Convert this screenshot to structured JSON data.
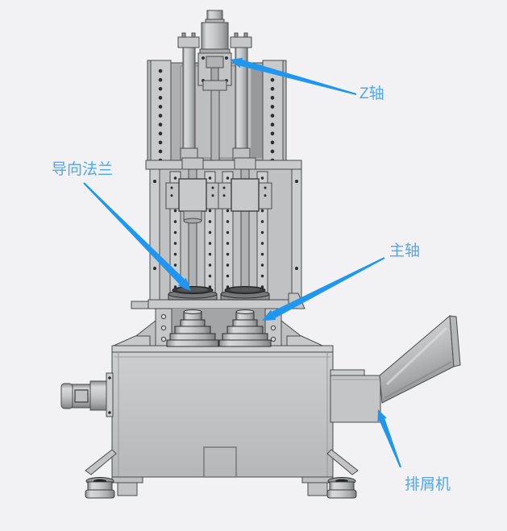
{
  "annotations": {
    "z_axis": {
      "label": "Z轴"
    },
    "guide_flange": {
      "label": "导向法兰"
    },
    "spindle": {
      "label": "主轴"
    },
    "chip_conveyor": {
      "label": "排屑机"
    }
  },
  "colors": {
    "background": "#f2f2f4",
    "arrow": "#1f96f0",
    "label_text": "#4fa7f2"
  }
}
